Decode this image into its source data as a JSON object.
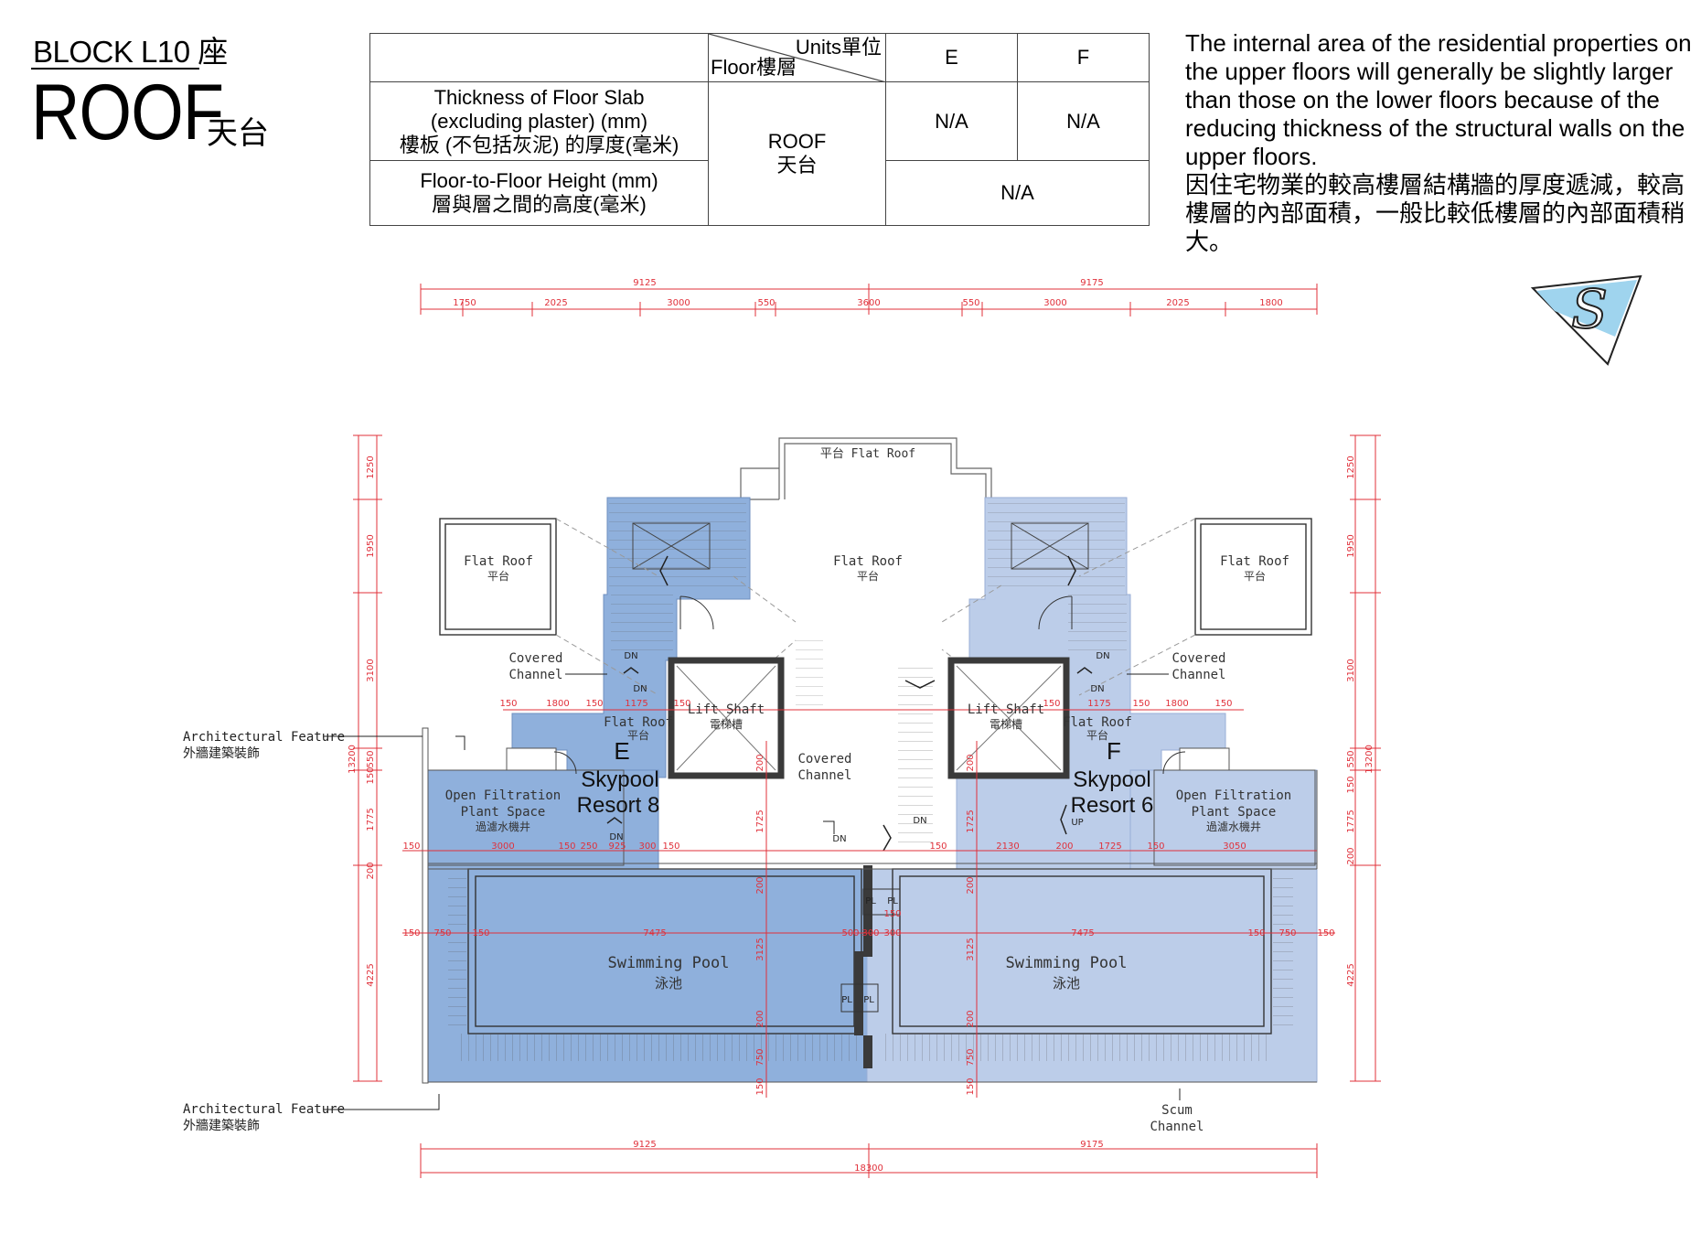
{
  "header": {
    "block_label": "BLOCK L10 座",
    "floor_title": "ROOF",
    "floor_title_zh": "天台"
  },
  "spec_table": {
    "corner_units": "Units單位",
    "corner_floor": "Floor樓層",
    "unit_e": "E",
    "unit_f": "F",
    "slab_en_1": "Thickness of Floor Slab",
    "slab_en_2": "(excluding plaster) (mm)",
    "slab_zh": "樓板 (不包括灰泥) 的厚度(毫米)",
    "height_en": "Floor-to-Floor Height (mm)",
    "height_zh": "層與層之間的高度(毫米)",
    "floor_en": "ROOF",
    "floor_zh": "天台",
    "slab_e": "N/A",
    "slab_f": "N/A",
    "height_ef": "N/A"
  },
  "note": {
    "en": "The internal area of the residential properties on the upper floors will generally be slightly larger than those on the lower floors because of the reducing thickness of the structural walls on the upper floors.",
    "zh": "因住宅物業的較高樓層結構牆的厚度遞減，較高樓層的內部面積，一般比較低樓層的內部面積稍大。"
  },
  "compass": {
    "letter": "S"
  },
  "colors": {
    "unit_e": "#8fb0dc",
    "unit_f": "#bccde9",
    "dimension": "#e0303a",
    "wall": "#3a3a3a"
  },
  "labels": {
    "flat_roof_top": "平台 Flat Roof",
    "flat_roof": "Flat Roof",
    "flat_roof_zh": "平台",
    "covered": "Covered",
    "channel": "Channel",
    "lift_shaft": "Lift Shaft",
    "lift_shaft_zh": "電梯槽",
    "skypool": "Skypool",
    "resort_e": "Resort 8",
    "resort_f": "Resort 6",
    "unit_e": "E",
    "unit_f": "F",
    "open_filtration": "Open Filtration",
    "plant_space": "Plant Space",
    "plant_zh": "過濾水機井",
    "swimming_pool": "Swimming Pool",
    "pool_zh": "泳池",
    "dn": "DN",
    "up": "UP",
    "pl": "PL",
    "arch_feature": "Architectural Feature",
    "arch_feature_zh": "外牆建築裝飾",
    "scum": "Scum",
    "scum_channel": "Channel"
  },
  "dims": {
    "top_halves": [
      "9125",
      "9175"
    ],
    "top_segments": [
      "1750",
      "2025",
      "3000",
      "550",
      "3600",
      "550",
      "3000",
      "2025",
      "1800"
    ],
    "bottom_halves": [
      "9125",
      "9175"
    ],
    "bottom_total": "18300",
    "left_v": [
      "1250",
      "1950",
      "3100",
      "550",
      "150",
      "1775",
      "200",
      "4225"
    ],
    "left_total": "13200",
    "right_v": [
      "1250",
      "1950",
      "3100",
      "550",
      "150",
      "1775",
      "200",
      "4225"
    ],
    "right_total": "13200",
    "row1": [
      "150",
      "1800",
      "150",
      "1175",
      "150",
      "150",
      "1175",
      "150",
      "1800",
      "150"
    ],
    "row2": [
      "150",
      "3000",
      "150",
      "250",
      "925",
      "300",
      "150",
      "150",
      "2130",
      "200",
      "1725",
      "150",
      "3050"
    ],
    "row3": [
      "150",
      "750",
      "150",
      "7475",
      "500",
      "300",
      "300",
      "150",
      "7475",
      "150",
      "750",
      "150"
    ],
    "mid_v": [
      "200",
      "1725",
      "200",
      "3125",
      "200",
      "750",
      "150"
    ]
  }
}
